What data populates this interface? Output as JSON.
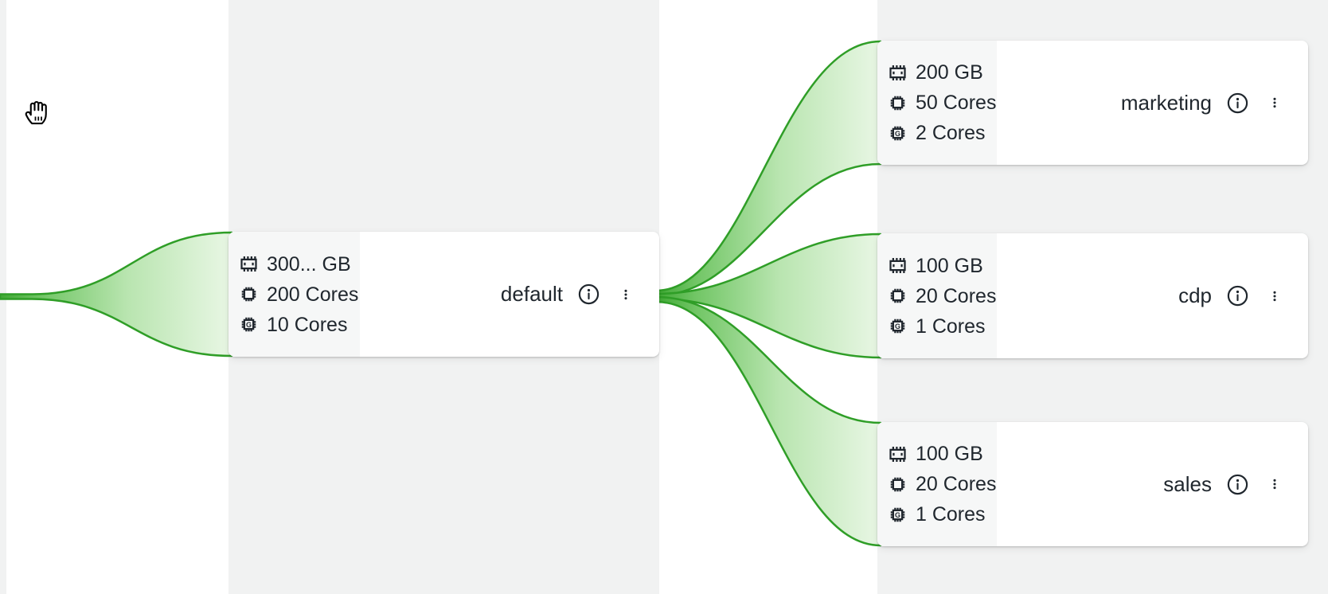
{
  "canvas": {
    "name": "resource-pool-tree-canvas"
  },
  "cursor": {
    "name": "grab-hand-cursor"
  },
  "colors": {
    "edge_stroke": "#2f9e27",
    "edge_fill_start": "#3ea833",
    "edge_fill_mid": "#7ecb72",
    "edge_fill_end": "#e9f7e5",
    "lane_gray": "#f1f2f2",
    "card_bg": "#ffffff",
    "stats_bg": "#f6f7f7",
    "text": "#20272e"
  },
  "nodes": [
    {
      "name": "default",
      "memory": "300... GB",
      "cpu": "200 Cores",
      "gpu": "10 Cores"
    },
    {
      "name": "marketing",
      "memory": "200 GB",
      "cpu": "50 Cores",
      "gpu": "2 Cores"
    },
    {
      "name": "cdp",
      "memory": "100 GB",
      "cpu": "20 Cores",
      "gpu": "1 Cores"
    },
    {
      "name": "sales",
      "memory": "100 GB",
      "cpu": "20 Cores",
      "gpu": "1 Cores"
    }
  ]
}
